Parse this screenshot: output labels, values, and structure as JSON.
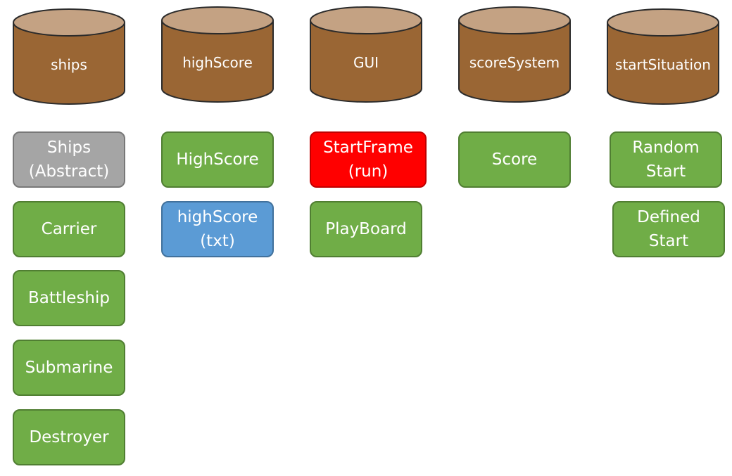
{
  "colors": {
    "cylinder_body": "#9a6634",
    "cylinder_top": "#c4a283",
    "cylinder_stroke": "#2b2b2b",
    "green": "#70ad47",
    "gray": "#a5a5a5",
    "red": "#ff0000",
    "blue": "#5b9bd5"
  },
  "packages": [
    {
      "name": "ships"
    },
    {
      "name": "highScore"
    },
    {
      "name": "GUI"
    },
    {
      "name": "scoreSystem"
    },
    {
      "name": "startSituation"
    }
  ],
  "classes": {
    "ships": [
      {
        "lines": [
          "Ships",
          "(Abstract)"
        ],
        "color": "gray"
      },
      {
        "lines": [
          "Carrier"
        ],
        "color": "green"
      },
      {
        "lines": [
          "Battleship"
        ],
        "color": "green"
      },
      {
        "lines": [
          "Submarine"
        ],
        "color": "green"
      },
      {
        "lines": [
          "Destroyer"
        ],
        "color": "green"
      }
    ],
    "highScore": [
      {
        "lines": [
          "HighScore"
        ],
        "color": "green"
      },
      {
        "lines": [
          "highScore",
          "(txt)"
        ],
        "color": "blue"
      }
    ],
    "GUI": [
      {
        "lines": [
          "StartFrame",
          "(run)"
        ],
        "color": "red"
      },
      {
        "lines": [
          "PlayBoard"
        ],
        "color": "green"
      }
    ],
    "scoreSystem": [
      {
        "lines": [
          "Score"
        ],
        "color": "green"
      }
    ],
    "startSituation": [
      {
        "lines": [
          "Random",
          "Start"
        ],
        "color": "green"
      },
      {
        "lines": [
          "Defined",
          "Start"
        ],
        "color": "green"
      }
    ]
  }
}
